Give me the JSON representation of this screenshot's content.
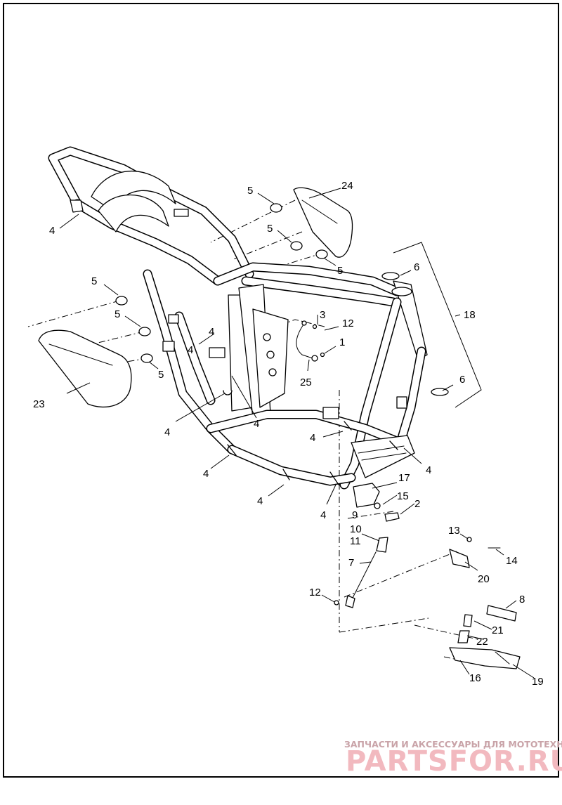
{
  "callouts": [
    {
      "id": "c24",
      "text": "24"
    },
    {
      "id": "c5a",
      "text": "5"
    },
    {
      "id": "c5b",
      "text": "5"
    },
    {
      "id": "c5c",
      "text": "5"
    },
    {
      "id": "c5d",
      "text": "5"
    },
    {
      "id": "c5e",
      "text": "5"
    },
    {
      "id": "c5f",
      "text": "5"
    },
    {
      "id": "c4a",
      "text": "4"
    },
    {
      "id": "c4b",
      "text": "4"
    },
    {
      "id": "c4c",
      "text": "4"
    },
    {
      "id": "c4d",
      "text": "4"
    },
    {
      "id": "c4e",
      "text": "4"
    },
    {
      "id": "c4f",
      "text": "4"
    },
    {
      "id": "c4g",
      "text": "4"
    },
    {
      "id": "c4h",
      "text": "4"
    },
    {
      "id": "c4i",
      "text": "4"
    },
    {
      "id": "c4j",
      "text": "4"
    },
    {
      "id": "c6a",
      "text": "6"
    },
    {
      "id": "c6b",
      "text": "6"
    },
    {
      "id": "c18",
      "text": "18"
    },
    {
      "id": "c3",
      "text": "3"
    },
    {
      "id": "c12a",
      "text": "12"
    },
    {
      "id": "c1",
      "text": "1"
    },
    {
      "id": "c25",
      "text": "25"
    },
    {
      "id": "c23",
      "text": "23"
    },
    {
      "id": "c17",
      "text": "17"
    },
    {
      "id": "c9",
      "text": "9"
    },
    {
      "id": "c15",
      "text": "15"
    },
    {
      "id": "c2",
      "text": "2"
    },
    {
      "id": "c10",
      "text": "10"
    },
    {
      "id": "c11",
      "text": "11"
    },
    {
      "id": "c7",
      "text": "7"
    },
    {
      "id": "c13",
      "text": "13"
    },
    {
      "id": "c14",
      "text": "14"
    },
    {
      "id": "c20",
      "text": "20"
    },
    {
      "id": "c12b",
      "text": "12"
    },
    {
      "id": "c8",
      "text": "8"
    },
    {
      "id": "c21",
      "text": "21"
    },
    {
      "id": "c22",
      "text": "22"
    },
    {
      "id": "c16",
      "text": "16"
    },
    {
      "id": "c19",
      "text": "19"
    }
  ],
  "watermark": {
    "tagline": "ЗАПЧАСТИ И АКСЕССУАРЫ ДЛЯ МОТОТЕХНИКИ",
    "brand": "PARTSFOR.RU"
  },
  "colors": {
    "line": "#000000",
    "background": "#ffffff",
    "watermark_brand": "#f2b9bf",
    "watermark_tagline": "#c9a3a8"
  }
}
